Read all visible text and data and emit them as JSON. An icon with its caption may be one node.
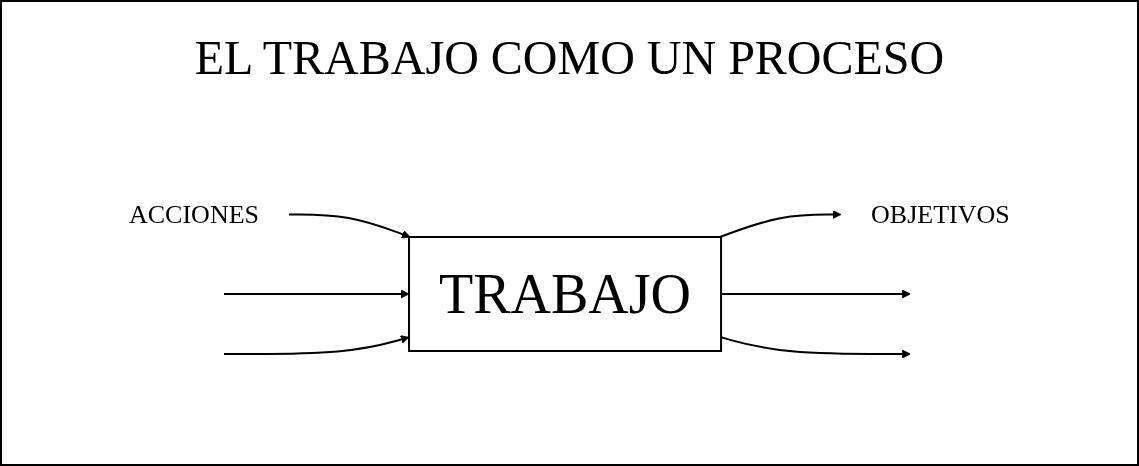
{
  "diagram": {
    "title": "EL TRABAJO COMO UN PROCESO",
    "nodes": [
      {
        "text": [
          "ACCIONES"
        ]
      },
      {
        "text": [
          "OBJETIVOS"
        ]
      },
      {
        "text": [
          "TRABAJO"
        ]
      }
    ],
    "edges": [
      {
        "from": 0,
        "to": 2,
        "arrow": "to"
      },
      {
        "from": null,
        "to": 2,
        "arrow": "to"
      },
      {
        "from": null,
        "to": 2,
        "arrow": "to"
      },
      {
        "from": 2,
        "to": 1,
        "arrow": "to"
      },
      {
        "from": 2,
        "to": null,
        "arrow": "to"
      },
      {
        "from": 2,
        "to": null,
        "arrow": "to"
      }
    ]
  }
}
